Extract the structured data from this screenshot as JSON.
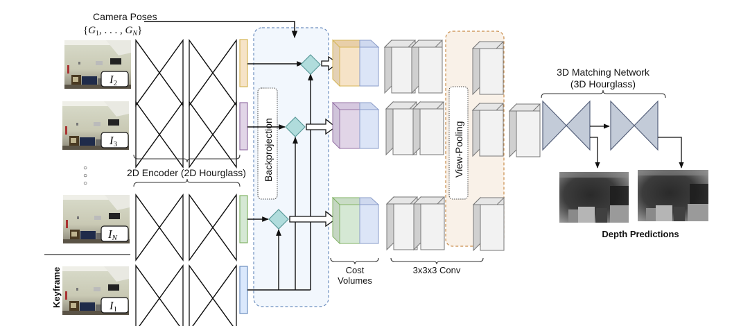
{
  "diagram": {
    "camera_poses_label": "Camera Poses",
    "camera_poses_set": "{G₁, . . . , Gₙ}",
    "camera_poses_set_parts": {
      "open": "{",
      "g": "G",
      "s1": "1",
      "dots": ", . . . , ",
      "sn": "N",
      "close": "}"
    },
    "inputs": [
      {
        "id": "I2",
        "name": "I",
        "sub": "2",
        "feature_color": "#f6e3c7",
        "feature_stroke": "#d6b656"
      },
      {
        "id": "I3",
        "name": "I",
        "sub": "3",
        "feature_color": "#e1d5e7",
        "feature_stroke": "#9673a6"
      },
      {
        "id": "IN",
        "name": "I",
        "sub": "N",
        "feature_color": "#d5e8d4",
        "feature_stroke": "#82b366"
      },
      {
        "id": "I1",
        "name": "I",
        "sub": "1",
        "feature_color": "#dae8fc",
        "feature_stroke": "#6c8ebf"
      }
    ],
    "ellipsis_glyph": "○",
    "keyframe_label": "Keyframe",
    "encoder_label": "2D Encoder (2D Hourglass)",
    "backprojection_label": "Backprojection",
    "cost_volumes_label_line1": "Cost",
    "cost_volumes_label_line2": "Volumes",
    "conv_label": "3x3x3 Conv",
    "view_pooling_label": "View-Pooling",
    "matching_label_line1": "3D Matching Network",
    "matching_label_line2": "(3D Hourglass)",
    "depth_predictions_label": "Depth Predictions",
    "colors": {
      "backprojection_region_fill": "#f2f7fd",
      "backprojection_region_stroke": "#6c8ebf",
      "view_pooling_region_fill": "#f9f1e8",
      "view_pooling_region_stroke": "#c98c4a",
      "diamond_fill": "#b0dcdc",
      "diamond_stroke": "#5a9a9a",
      "hourglass_3d_fill": "#c3cbd8",
      "hourglass_3d_stroke": "#55607a",
      "cube_gray_front": "#f2f2f2",
      "cube_gray_side": "#d9d9d9",
      "cube_stroke": "#777777",
      "cost_blue_front": "#dce5f7",
      "cost_blue_stroke": "#8a9cc9"
    }
  }
}
